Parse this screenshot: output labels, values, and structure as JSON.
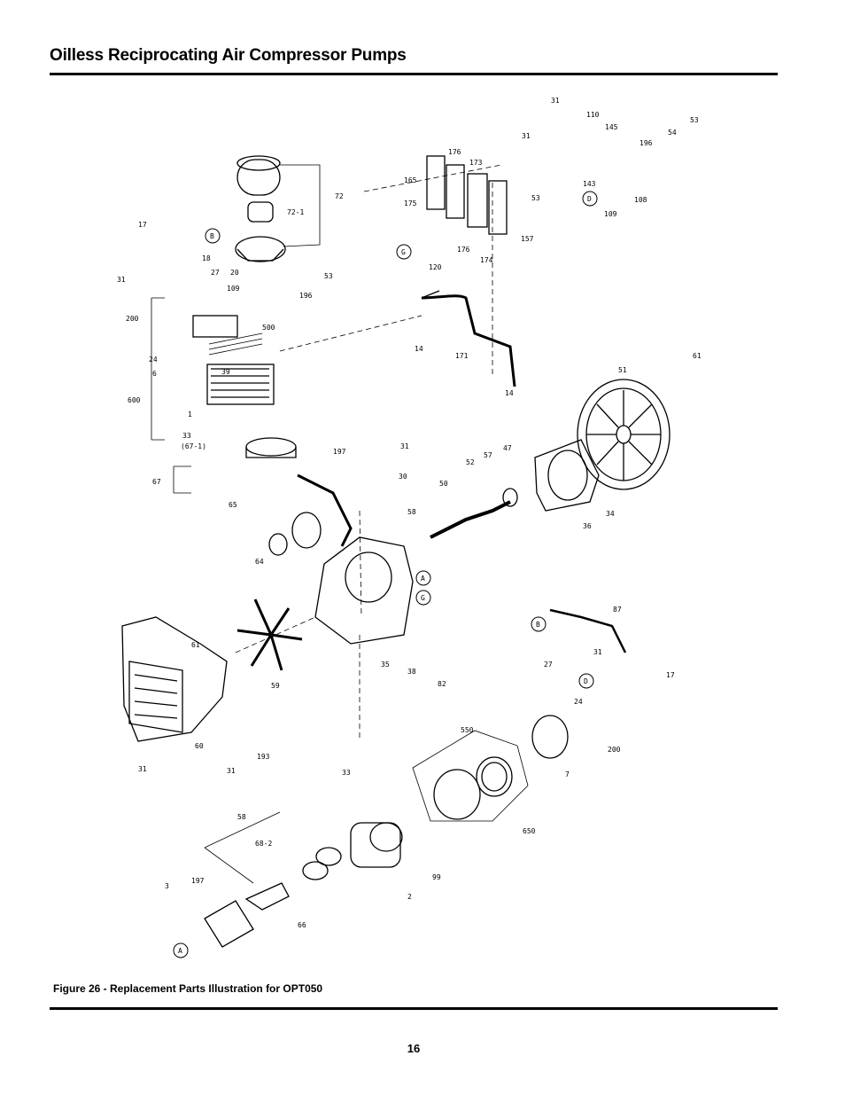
{
  "header": {
    "title": "Oilless Reciprocating Air Compressor Pumps"
  },
  "figure": {
    "caption": "Figure 26 - Replacement Parts Illustration for OPT050",
    "callouts": [
      "31",
      "110",
      "145",
      "53",
      "31",
      "54",
      "196",
      "165",
      "176",
      "173",
      "72",
      "108",
      "143",
      "53",
      "109",
      "175",
      "157",
      "72-1",
      "176",
      "174",
      "120",
      "17",
      "18",
      "31",
      "20",
      "53",
      "27",
      "109",
      "196",
      "200",
      "500",
      "24",
      "6",
      "39",
      "600",
      "1",
      "33",
      "(67-1)",
      "197",
      "31",
      "30",
      "67",
      "52",
      "57",
      "47",
      "50",
      "65",
      "58",
      "64",
      "59",
      "35",
      "38",
      "82",
      "61",
      "60",
      "193",
      "31",
      "31",
      "87",
      "27",
      "31",
      "17",
      "24",
      "200",
      "7",
      "550",
      "33",
      "58",
      "68-2",
      "197",
      "3",
      "99",
      "2",
      "650",
      "66",
      "51",
      "61",
      "36",
      "34",
      "14",
      "171",
      "14"
    ],
    "circle_labels": [
      "B",
      "G",
      "D",
      "A",
      "G",
      "B",
      "D",
      "A"
    ]
  },
  "footer": {
    "page_number": "16"
  }
}
